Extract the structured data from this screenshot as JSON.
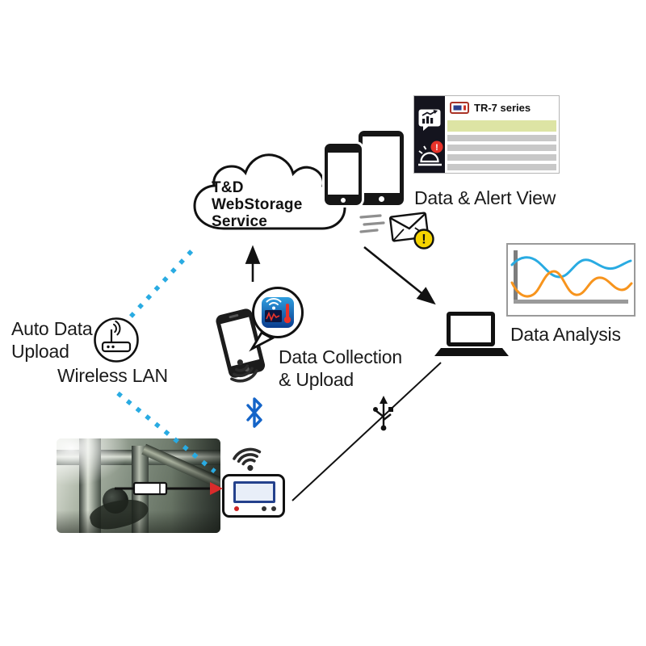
{
  "cloud": {
    "line1": "T&D",
    "line2": "WebStorage",
    "line3": "Service"
  },
  "labels": {
    "data_alert_view": "Data & Alert View",
    "data_analysis": "Data Analysis",
    "auto_data_line1": "Auto Data",
    "auto_data_line2": "Upload",
    "wireless_lan": "Wireless LAN",
    "data_collection_line1": "Data Collection",
    "data_collection_line2": "& Upload"
  },
  "alert_panel": {
    "device_name": "TR-7 series"
  },
  "badges": {
    "mail_exclamation": "!",
    "alert_exclamation": "!"
  },
  "icons": {
    "cloud": "cloud-shape",
    "smartphone": "smartphone-icon",
    "tablet": "tablet-icon",
    "chart_bubble": "chart-bubble-icon",
    "alert_lamp": "alert-lamp-icon",
    "mail": "envelope-icon",
    "router": "wireless-router-icon",
    "app": "data-collection-app-icon",
    "wifi": "wifi-signal-icon",
    "bluetooth": "bluetooth-icon",
    "logger": "data-logger-icon",
    "usb": "usb-icon",
    "laptop": "laptop-icon"
  },
  "colors": {
    "wireless_dotted_blue": "#29abe2",
    "chart_line_blue": "#29abe2",
    "chart_line_orange": "#f7941d",
    "bluetooth_blue": "#1464c8",
    "alert_yellow": "#f6d400",
    "alert_red": "#e8332a",
    "highlight_row_green": "#dde4a4",
    "row_gray": "#c8c8c8",
    "sidebar_dark": "#14141e"
  }
}
